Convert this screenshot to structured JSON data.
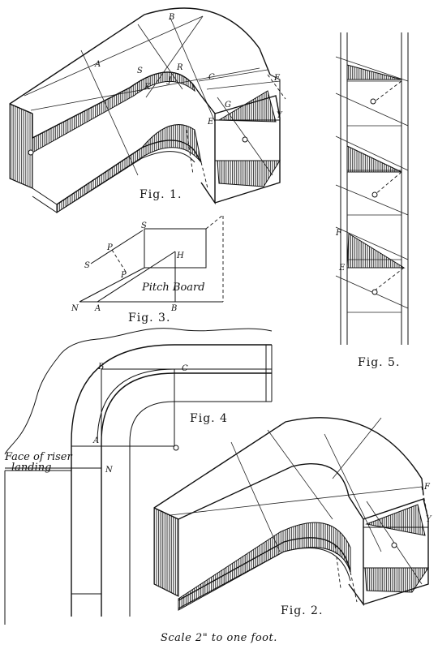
{
  "plate": {
    "fig1": {
      "caption": "Fig. 1.",
      "labels": {
        "B": "B",
        "A": "A",
        "S": "S",
        "R": "R",
        "K": "K",
        "J": "J",
        "C": "C",
        "F": "F",
        "G": "G",
        "Y": "Y",
        "E": "E"
      }
    },
    "fig2": {
      "caption": "Fig. 2.",
      "labels": {
        "F": "F",
        "Y": "Y"
      }
    },
    "fig3": {
      "caption": "Fig. 3.",
      "pitch_board": "Pitch Board",
      "labels": {
        "S": "S",
        "P1": "P",
        "S2": "S",
        "P2": "P",
        "H": "H",
        "N": "N",
        "A": "A",
        "B": "B"
      }
    },
    "fig4": {
      "caption": "Fig. 4",
      "labels": {
        "B": "B",
        "C": "C",
        "A": "A",
        "N": "N"
      },
      "face_of_riser": "Face of riser",
      "landing": "landing"
    },
    "fig5": {
      "caption": "Fig. 5.",
      "labels": {
        "F": "F",
        "E": "E"
      }
    },
    "scale_note": "Scale 2\" to one foot."
  }
}
